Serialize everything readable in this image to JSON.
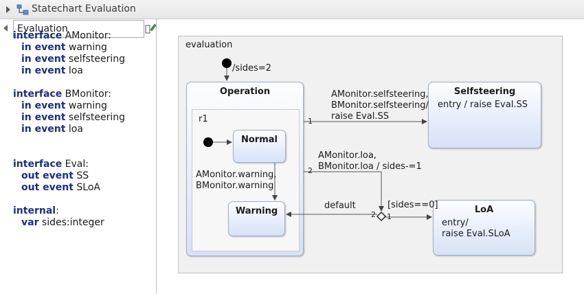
{
  "window": {
    "title": "Statechart Evaluation",
    "icons": {
      "expand": "triangle-right-icon",
      "statechart": "statechart-icon"
    }
  },
  "left_panel": {
    "name_field_value": "Evaluation",
    "icons": {
      "collapse": "triangle-left-icon",
      "field_action": "edit-icon"
    },
    "definition": [
      {
        "indent": 0,
        "kw": "interface",
        "rest": " AMonitor:"
      },
      {
        "indent": 1,
        "kw": "in event",
        "rest": " warning"
      },
      {
        "indent": 1,
        "kw": "in event",
        "rest": " selfsteering"
      },
      {
        "indent": 1,
        "kw": "in event",
        "rest": " loa"
      },
      {
        "indent": 0,
        "kw": "",
        "rest": ""
      },
      {
        "indent": 0,
        "kw": "interface",
        "rest": " BMonitor:"
      },
      {
        "indent": 1,
        "kw": "in event",
        "rest": " warning"
      },
      {
        "indent": 1,
        "kw": "in event",
        "rest": " selfsteering"
      },
      {
        "indent": 1,
        "kw": "in event",
        "rest": " loa"
      },
      {
        "indent": 0,
        "kw": "",
        "rest": ""
      },
      {
        "indent": 0,
        "kw": "",
        "rest": ""
      },
      {
        "indent": 0,
        "kw": "interface",
        "rest": " Eval:"
      },
      {
        "indent": 1,
        "kw": "out event",
        "rest": " SS"
      },
      {
        "indent": 1,
        "kw": "out event",
        "rest": " SLoA"
      },
      {
        "indent": 0,
        "kw": "",
        "rest": ""
      },
      {
        "indent": 0,
        "kw": "internal",
        "rest": ":"
      },
      {
        "indent": 1,
        "kw": "var",
        "rest": " sides:integer"
      }
    ]
  },
  "diagram": {
    "region_name": "evaluation",
    "initial_transition_label": "/sides=2",
    "states": {
      "operation": {
        "name": "Operation"
      },
      "inner_region": {
        "name": "r1"
      },
      "normal": {
        "name": "Normal"
      },
      "warning": {
        "name": "Warning"
      },
      "selfsteering": {
        "name": "Selfsteering",
        "behavior": "entry / raise Eval.SS"
      },
      "loa": {
        "name": "LoA",
        "behavior": "entry/\nraise Eval.SLoA"
      }
    },
    "transitions": {
      "to_selfsteering": {
        "label": "AMonitor.selfsteering,\nBMonitor.selfsteering/\nraise Eval.SS",
        "priority": "1"
      },
      "to_choice": {
        "label": "AMonitor.loa,\nBMonitor.loa / sides-=1",
        "priority": "2"
      },
      "normal_to_warning": {
        "label": "AMonitor.warning,\nBMonitor.warning"
      },
      "choice_to_warning": {
        "label": "default",
        "priority": "2"
      },
      "choice_to_loa": {
        "label": "[sides==0]",
        "priority": "1"
      }
    }
  }
}
